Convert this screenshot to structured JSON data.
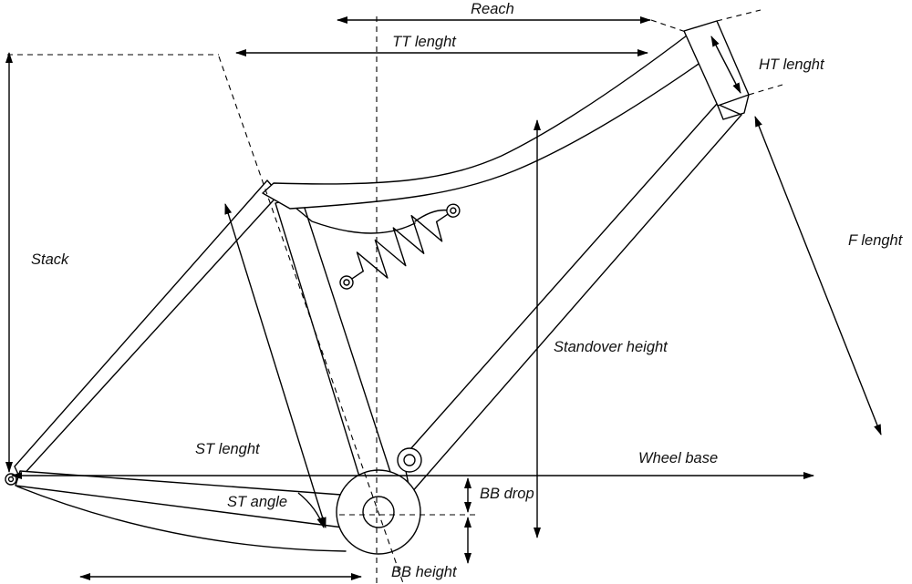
{
  "labels": {
    "reach": "Reach",
    "tt_length": "TT lenght",
    "ht_length": "HT lenght",
    "stack": "Stack",
    "f_length": "F lenght",
    "standover_height": "Standover height",
    "st_length": "ST lenght",
    "st_angle": "ST angle",
    "wheel_base": "Wheel base",
    "bb_drop": "BB drop",
    "bb_height": "BB height"
  },
  "colors": {
    "line": "#000000",
    "text": "#111111",
    "background": "#ffffff"
  }
}
